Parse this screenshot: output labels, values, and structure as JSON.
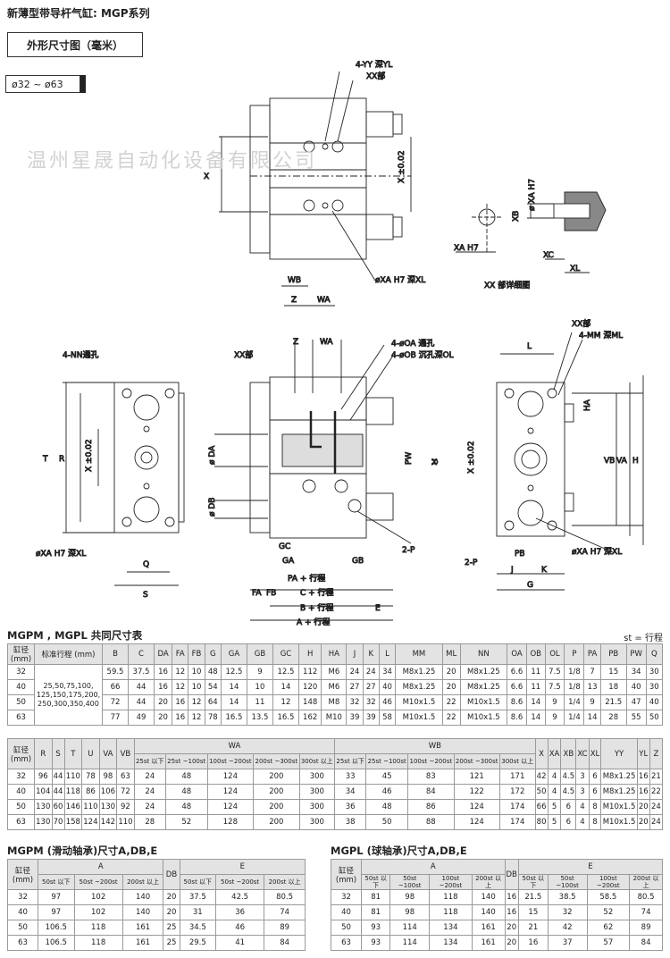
{
  "header": {
    "title": "新薄型带导杆气缸: MGP系列",
    "subtitle": "外形尺寸图（毫米）",
    "range": "ø32 ~ ø63",
    "watermark": "温州星晟自动化设备有限公司"
  },
  "drawing_labels": {
    "yy": "4-YY 深YL",
    "xx_part": "XX部",
    "x": "X",
    "x_tol": "X ±0.02",
    "wb": "WB",
    "z": "Z",
    "wa": "WA",
    "xa_xl": "øXA H7 深XL",
    "xa_h7": "ø XA H7",
    "xb": "XB",
    "xa_bottom": "XA H7",
    "xc": "XC",
    "xl": "XL",
    "xx_detail": "XX 部详细图",
    "nn": "4-NN通孔",
    "t": "T",
    "r": "R",
    "q": "Q",
    "s": "S",
    "oa": "4-øOA 通孔",
    "ob": "4-øOB 沉孔深OL",
    "da": "ø DA",
    "db": "ø DB",
    "pw": "PW",
    "u": "U",
    "gc": "GC",
    "ga": "GA",
    "gb": "GB",
    "two_p": "2-P",
    "pa": "PA + 行程",
    "fa": "FA",
    "fb": "FB",
    "c": "C + 行程",
    "b": "B + 行程",
    "e": "E",
    "a": "A + 行程",
    "l": "L",
    "mm": "4-MM 深ML",
    "ha": "HA",
    "vb": "VB",
    "va": "VA",
    "h": "H",
    "pb": "PB",
    "j": "J",
    "k": "K",
    "g": "G"
  },
  "table1": {
    "title": "MGPM , MGPL 共同尺寸表",
    "note": "st = 行程",
    "headers": [
      "缸径 (mm)",
      "标准行程 (mm)",
      "B",
      "C",
      "DA",
      "FA",
      "FB",
      "G",
      "GA",
      "GB",
      "GC",
      "H",
      "HA",
      "J",
      "K",
      "L",
      "MM",
      "ML",
      "NN",
      "OA",
      "OB",
      "OL",
      "P",
      "PA",
      "PB",
      "PW",
      "Q"
    ],
    "strokes": "25,50,75,100, 125,150,175,200, 250,300,350,400",
    "rows": [
      [
        "32",
        "59.5",
        "37.5",
        "16",
        "12",
        "10",
        "48",
        "12.5",
        "9",
        "12.5",
        "112",
        "M6",
        "24",
        "24",
        "34",
        "M8x1.25",
        "20",
        "M8x1.25",
        "6.6",
        "11",
        "7.5",
        "1/8",
        "7",
        "15",
        "34",
        "30"
      ],
      [
        "40",
        "66",
        "44",
        "16",
        "12",
        "10",
        "54",
        "14",
        "10",
        "14",
        "120",
        "M6",
        "27",
        "27",
        "40",
        "M8x1.25",
        "20",
        "M8x1.25",
        "6.6",
        "11",
        "7.5",
        "1/8",
        "13",
        "18",
        "40",
        "30"
      ],
      [
        "50",
        "72",
        "44",
        "20",
        "16",
        "12",
        "64",
        "14",
        "11",
        "12",
        "148",
        "M8",
        "32",
        "32",
        "46",
        "M10x1.5",
        "22",
        "M10x1.5",
        "8.6",
        "14",
        "9",
        "1/4",
        "9",
        "21.5",
        "47",
        "40"
      ],
      [
        "63",
        "77",
        "49",
        "20",
        "16",
        "12",
        "78",
        "16.5",
        "13.5",
        "16.5",
        "162",
        "M10",
        "39",
        "39",
        "58",
        "M10x1.5",
        "22",
        "M10x1.5",
        "8.6",
        "14",
        "9",
        "1/4",
        "14",
        "28",
        "55",
        "50"
      ]
    ]
  },
  "table2": {
    "headers": [
      "缸径 (mm)",
      "R",
      "S",
      "T",
      "U",
      "VA",
      "VB",
      "WA",
      "WB",
      "X",
      "XA",
      "XB",
      "XC",
      "XL",
      "YY",
      "YL",
      "Z"
    ],
    "sub_headers": [
      "25st 以下",
      "25st ~100st",
      "100st ~200st",
      "200st ~300st",
      "300st 以上"
    ],
    "rows": [
      [
        "32",
        "96",
        "44",
        "110",
        "78",
        "98",
        "63",
        "24",
        "48",
        "124",
        "200",
        "300",
        "33",
        "45",
        "83",
        "121",
        "171",
        "42",
        "4",
        "4.5",
        "3",
        "6",
        "M8x1.25",
        "16",
        "21"
      ],
      [
        "40",
        "104",
        "44",
        "118",
        "86",
        "106",
        "72",
        "24",
        "48",
        "124",
        "200",
        "300",
        "34",
        "46",
        "84",
        "122",
        "172",
        "50",
        "4",
        "4.5",
        "3",
        "6",
        "M8x1.25",
        "16",
        "22"
      ],
      [
        "50",
        "130",
        "60",
        "146",
        "110",
        "130",
        "92",
        "24",
        "48",
        "124",
        "200",
        "300",
        "36",
        "48",
        "86",
        "124",
        "174",
        "66",
        "5",
        "6",
        "4",
        "8",
        "M10x1.5",
        "20",
        "24"
      ],
      [
        "63",
        "130",
        "70",
        "158",
        "124",
        "142",
        "110",
        "28",
        "52",
        "128",
        "200",
        "300",
        "38",
        "50",
        "88",
        "124",
        "174",
        "80",
        "5",
        "6",
        "4",
        "8",
        "M10x1.5",
        "20",
        "24"
      ]
    ]
  },
  "table3": {
    "title": "MGPM (滑动轴承)尺寸A,DB,E",
    "headers": [
      "缸径 (mm)",
      "A",
      "DB",
      "E"
    ],
    "sub_headers": [
      "50st 以下",
      "50st ~200st",
      "200st 以上"
    ],
    "rows": [
      [
        "32",
        "97",
        "102",
        "140",
        "20",
        "37.5",
        "42.5",
        "80.5"
      ],
      [
        "40",
        "97",
        "102",
        "140",
        "20",
        "31",
        "36",
        "74"
      ],
      [
        "50",
        "106.5",
        "118",
        "161",
        "25",
        "34.5",
        "46",
        "89"
      ],
      [
        "63",
        "106.5",
        "118",
        "161",
        "25",
        "29.5",
        "41",
        "84"
      ]
    ]
  },
  "table4": {
    "title": "MGPL (球轴承)尺寸A,DB,E",
    "headers": [
      "缸径 (mm)",
      "A",
      "DB",
      "E"
    ],
    "sub_headers": [
      "50st 以下",
      "50st ~100st",
      "100st ~200st",
      "200st 以上"
    ],
    "rows": [
      [
        "32",
        "81",
        "98",
        "118",
        "140",
        "16",
        "21.5",
        "38.5",
        "58.5",
        "80.5"
      ],
      [
        "40",
        "81",
        "98",
        "118",
        "140",
        "16",
        "15",
        "32",
        "52",
        "74"
      ],
      [
        "50",
        "93",
        "114",
        "134",
        "161",
        "20",
        "21",
        "42",
        "62",
        "89"
      ],
      [
        "63",
        "93",
        "114",
        "134",
        "161",
        "20",
        "16",
        "37",
        "57",
        "84"
      ]
    ]
  }
}
